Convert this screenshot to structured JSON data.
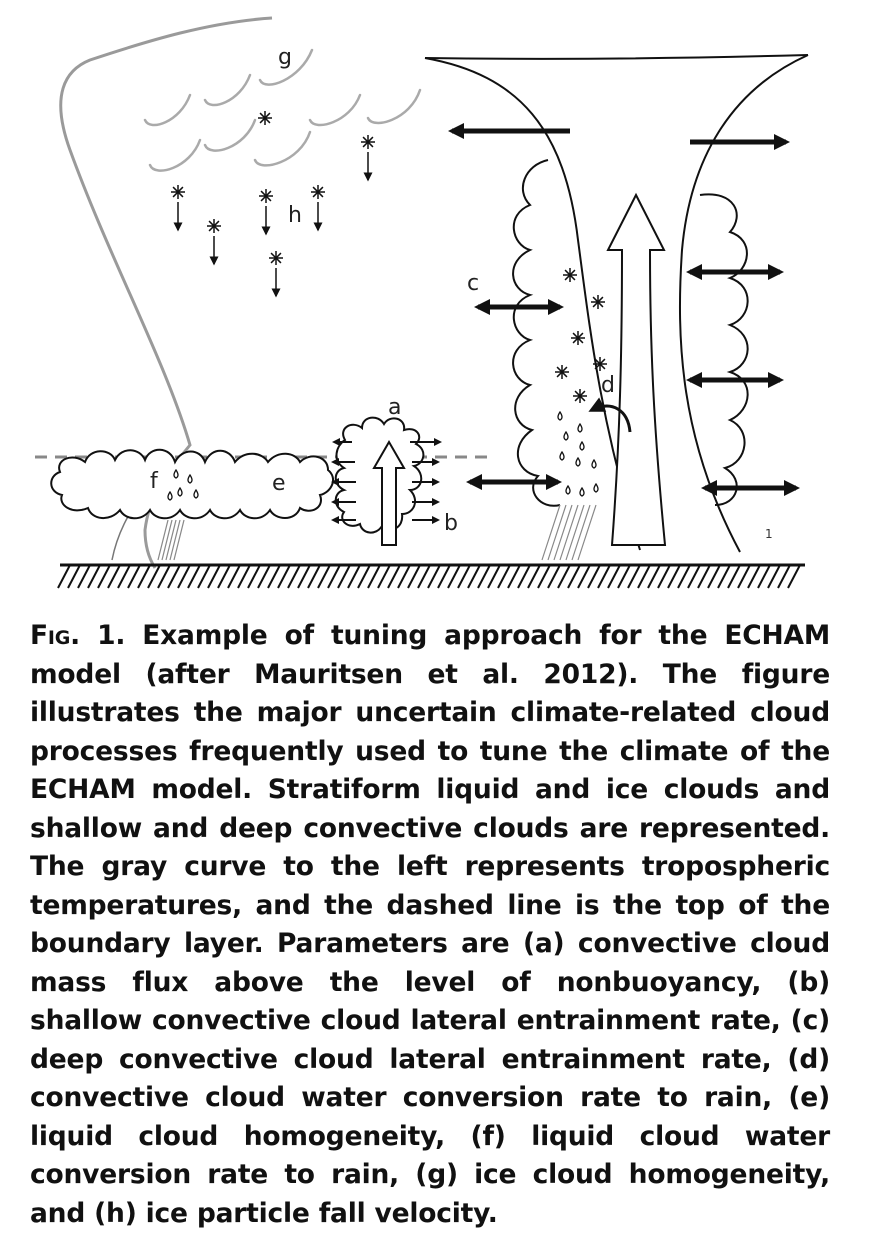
{
  "labels": {
    "a": "a",
    "b": "b",
    "c": "c",
    "d": "d",
    "e": "e",
    "f": "f",
    "g": "g",
    "h": "h",
    "panel_number": "1"
  },
  "caption": {
    "fig_label": "Fig. 1.",
    "text": "Example of tuning approach for the ECHAM model (after Mauritsen et al. 2012). The figure illustrates the major uncertain climate-related cloud processes frequently used to tune the climate of the ECHAM model. Stratiform liquid and ice clouds and shallow and deep convective clouds are represented. The gray curve to the left represents tropospheric temperatures, and the dashed line is the top of the boundary layer. Parameters are (a) convective cloud mass flux above the level of nonbuoyancy, (b) shallow convective cloud lateral entrainment rate, (c) deep convective cloud lateral entrainment rate, (d) convective cloud water conversion rate to rain, (e) liquid cloud homogeneity, (f) liquid cloud water conversion rate to rain, (g) ice cloud homogeneity, and (h) ice particle fall velocity."
  }
}
